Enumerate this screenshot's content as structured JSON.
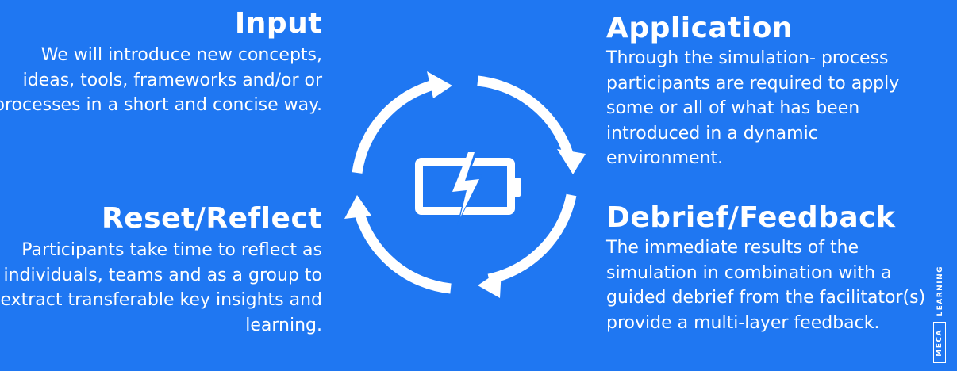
{
  "input": {
    "title": "Input",
    "body": "We will introduce new concepts, ideas, tools, frameworks and/or or processes in a short and concise way."
  },
  "application": {
    "title": "Application",
    "body": "Through the simulation- process participants are required to apply some or all of what has been introduced in a dynamic environment."
  },
  "reflect": {
    "title": "Reset/Reflect",
    "body": "Participants take time to reflect as individuals, teams and as a group to extract transferable key insights and learning."
  },
  "debrief": {
    "title": "Debrief/Feedback",
    "body": "The immediate results of the simulation in combination with a guided debrief from the facilitator(s) provide a multi-layer feedback."
  },
  "brand": {
    "word1": "MECA",
    "word2": "LEARNING"
  },
  "colors": {
    "background": "#1F77F2",
    "foreground": "#FFFFFF"
  },
  "icons": {
    "center": "battery-charging-icon",
    "cycle": "circular-arrows-icon"
  }
}
